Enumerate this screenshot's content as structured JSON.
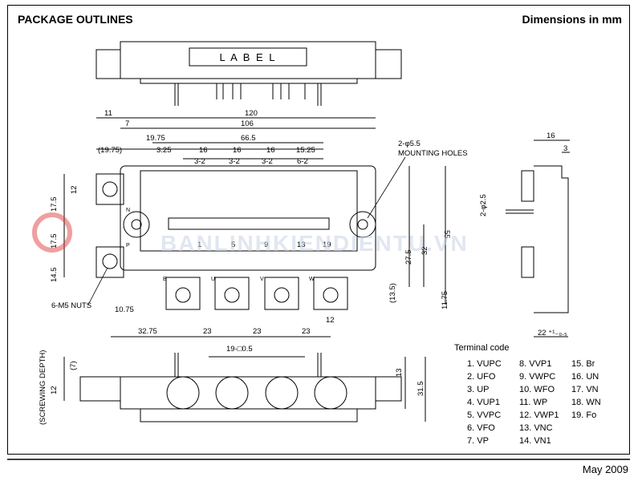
{
  "header": {
    "title": "PACKAGE OUTLINES",
    "units": "Dimensions in mm"
  },
  "footer": {
    "date": "May 2009"
  },
  "watermark": "BANLINHKIENDIENTU.VN",
  "label_text": "L A B E L",
  "labels": {
    "mounting_holes": "2-φ5.5",
    "mounting_holes_2": "MOUNTING HOLES",
    "nuts": "6-M5 NUTS",
    "screwing_depth": "(SCREWING DEPTH)",
    "pin_pitch": "19-□0.5",
    "pin_dia": "2-φ2.5",
    "tol": "22 ⁺¹₋₀.₅"
  },
  "top_dims": [
    "11",
    "120",
    "7",
    "106",
    "19.75",
    "66.5",
    "(19.75)",
    "3.25",
    "16",
    "16",
    "16",
    "15.25",
    "3-2",
    "3-2",
    "3-2",
    "6-2"
  ],
  "left_dims": [
    "12",
    "17.5",
    "17.5",
    "14.5"
  ],
  "right_dims": [
    "55",
    "32",
    "27.5",
    "(13.5)",
    "11.75",
    "12"
  ],
  "bottom_dims": [
    "10.75",
    "32.75",
    "23",
    "23",
    "23"
  ],
  "side_dims": [
    "16",
    "3",
    "22"
  ],
  "lower_dims": [
    "(7)",
    "12",
    "13",
    "31.5"
  ],
  "pin_numbers": [
    "1",
    "5",
    "9",
    "13",
    "19"
  ],
  "terminal_letters": [
    "N",
    "P",
    "B",
    "U",
    "V",
    "W"
  ],
  "terminal_code": {
    "heading": "Terminal code",
    "columns": [
      [
        "1.  VUPC",
        "2.  UFO",
        "3.  UP",
        "4.  VUP1",
        "5.  VVPC",
        "6.  VFO",
        "7.  VP"
      ],
      [
        "8.  VVP1",
        "9.  VWPC",
        "10. WFO",
        "11. WP",
        "12. VWP1",
        "13. VNC",
        "14. VN1"
      ],
      [
        "15. Br",
        "16. UN",
        "17. VN",
        "18. WN",
        "19. Fo"
      ]
    ]
  }
}
